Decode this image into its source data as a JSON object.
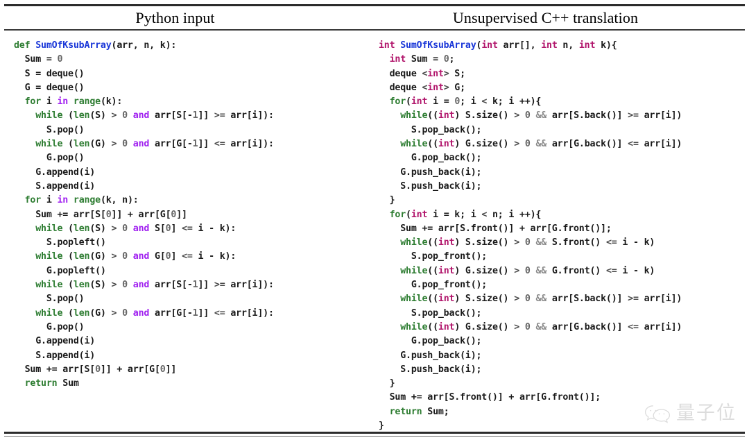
{
  "table": {
    "columns": [
      {
        "id": "python",
        "header": "Python input"
      },
      {
        "id": "cpp",
        "header": "Unsupervised C++ translation"
      }
    ]
  },
  "python_code": {
    "language": "Python",
    "lines": [
      "def SumOfKsubArray(arr, n, k):",
      "  Sum = 0",
      "  S = deque()",
      "  G = deque()",
      "  for i in range(k):",
      "    while (len(S) > 0 and arr[S[-1]] >= arr[i]):",
      "      S.pop()",
      "    while (len(G) > 0 and arr[G[-1]] <= arr[i]):",
      "      G.pop()",
      "    G.append(i)",
      "    S.append(i)",
      "  for i in range(k, n):",
      "    Sum += arr[S[0]] + arr[G[0]]",
      "    while (len(S) > 0 and S[0] <= i - k):",
      "      S.popleft()",
      "    while (len(G) > 0 and G[0] <= i - k):",
      "      G.popleft()",
      "    while (len(S) > 0 and arr[S[-1]] >= arr[i]):",
      "      S.pop()",
      "    while (len(G) > 0 and arr[G[-1]] <= arr[i]):",
      "      G.pop()",
      "    G.append(i)",
      "    S.append(i)",
      "  Sum += arr[S[0]] + arr[G[0]]",
      "  return Sum"
    ]
  },
  "cpp_code": {
    "language": "C++",
    "lines": [
      "int SumOfKsubArray(int arr[], int n, int k){",
      "  int Sum = 0;",
      "  deque <int> S;",
      "  deque <int> G;",
      "  for(int i = 0; i < k; i ++){",
      "    while((int) S.size() > 0 && arr[S.back()] >= arr[i])",
      "      S.pop_back();",
      "    while((int) G.size() > 0 && arr[G.back()] <= arr[i])",
      "      G.pop_back();",
      "    G.push_back(i);",
      "    S.push_back(i);",
      "  }",
      "  for(int i = k; i < n; i ++){",
      "    Sum += arr[S.front()] + arr[G.front()];",
      "    while((int) S.size() > 0 && S.front() <= i - k)",
      "      S.pop_front();",
      "    while((int) G.size() > 0 && G.front() <= i - k)",
      "      G.pop_front();",
      "    while((int) S.size() > 0 && arr[S.back()] >= arr[i])",
      "      S.pop_back();",
      "    while((int) G.size() > 0 && arr[G.back()] <= arr[i])",
      "      G.pop_back();",
      "    G.push_back(i);",
      "    S.push_back(i);",
      "  }",
      "  Sum += arr[S.front()] + arr[G.front()];",
      "  return Sum;",
      "}"
    ]
  },
  "watermark": {
    "text": "量子位",
    "logo": "wechat-bubble-icon"
  },
  "colors": {
    "keyword": "#2e7d32",
    "operator": "#a020f0",
    "function": "#1a37d8",
    "type": "#b1156b",
    "number": "#666666",
    "text": "#1a1a1a",
    "rule": "#2b2b2b"
  }
}
